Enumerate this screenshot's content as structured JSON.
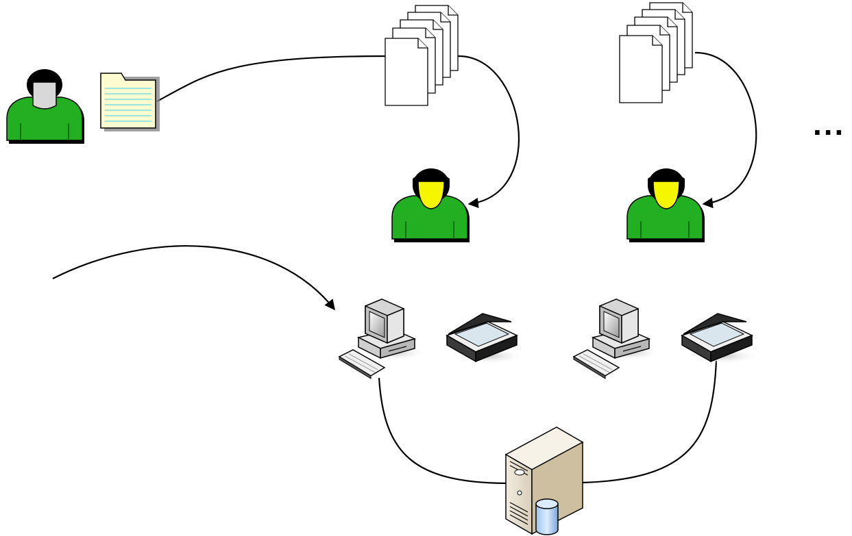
{
  "diagram": {
    "continuation_marker": "...",
    "colors": {
      "person_body": "#22b022",
      "person_face_author": "#d8d8d8",
      "person_face_reviewer": "#f6f600",
      "hair": "#000000",
      "note_fill": "#fdfcd0",
      "note_lines": "#66d8e6",
      "document_fill": "#ffffff",
      "stroke": "#000000"
    },
    "nodes": [
      {
        "id": "author",
        "icon": "person-icon",
        "role": "author"
      },
      {
        "id": "note",
        "icon": "document-icon"
      },
      {
        "id": "stack-1",
        "icon": "document-stack-icon"
      },
      {
        "id": "stack-2",
        "icon": "document-stack-icon"
      },
      {
        "id": "reviewer-1",
        "icon": "person-icon",
        "role": "reviewer"
      },
      {
        "id": "reviewer-2",
        "icon": "person-icon",
        "role": "reviewer"
      },
      {
        "id": "workstation-1",
        "icon": "desktop-computer-icon"
      },
      {
        "id": "scanner-1",
        "icon": "scanner-icon"
      },
      {
        "id": "workstation-2",
        "icon": "desktop-computer-icon"
      },
      {
        "id": "scanner-2",
        "icon": "scanner-icon"
      },
      {
        "id": "server",
        "icon": "database-server-icon"
      }
    ],
    "edges": [
      {
        "from": "note",
        "to": "stack-1",
        "arrow": false
      },
      {
        "from": "stack-1",
        "to": "reviewer-1",
        "arrow": true
      },
      {
        "from": "stack-2",
        "to": "reviewer-2",
        "arrow": true
      },
      {
        "from": "incoming",
        "to": "workstation-1",
        "arrow": true
      },
      {
        "from": "workstation-1",
        "to": "server",
        "arrow": false
      },
      {
        "from": "scanner-2",
        "to": "server",
        "arrow": false
      }
    ]
  }
}
